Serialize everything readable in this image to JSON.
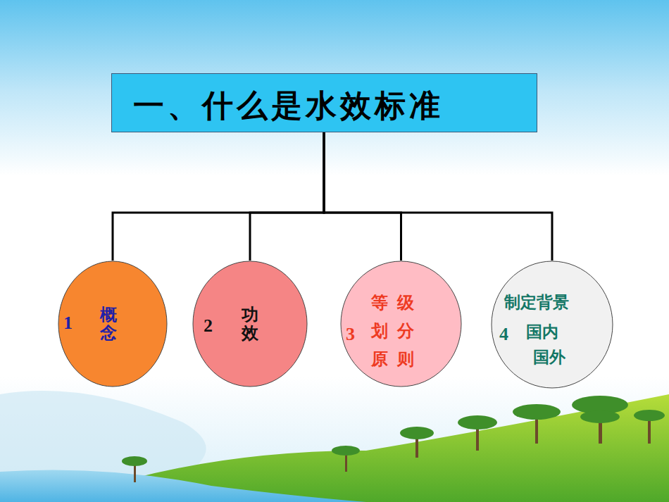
{
  "diagram": {
    "nodes": [
      {
        "text": [
          "一、什么是水效标准"
        ]
      },
      {
        "text": [
          "1",
          "概念"
        ]
      },
      {
        "text": [
          "2",
          "功效"
        ]
      },
      {
        "text": [
          "3",
          "等级划分原则"
        ]
      },
      {
        "text": [
          "4",
          "制定背景",
          "国内",
          "国外"
        ]
      }
    ],
    "edges": [
      {
        "from": 0,
        "to": 1,
        "arrow": "none"
      },
      {
        "from": 0,
        "to": 2,
        "arrow": "none"
      },
      {
        "from": 0,
        "to": 3,
        "arrow": "none"
      },
      {
        "from": 0,
        "to": 4,
        "arrow": "none"
      }
    ]
  }
}
